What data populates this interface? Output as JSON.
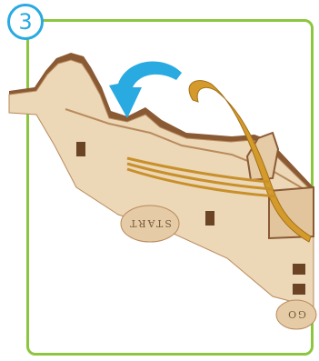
{
  "step": {
    "number": "3"
  },
  "stamps": {
    "start_text": "START",
    "partial_text": "GO"
  },
  "colors": {
    "frame": "#8cc63f",
    "badge": "#29aae1",
    "arrow": "#29aae1",
    "wood": "#ecd7b7",
    "wood_edge": "#8a5a34",
    "rubber_band": "#d49b2c"
  },
  "icons": {
    "rotate_arrow": "curved-arrow-icon"
  }
}
